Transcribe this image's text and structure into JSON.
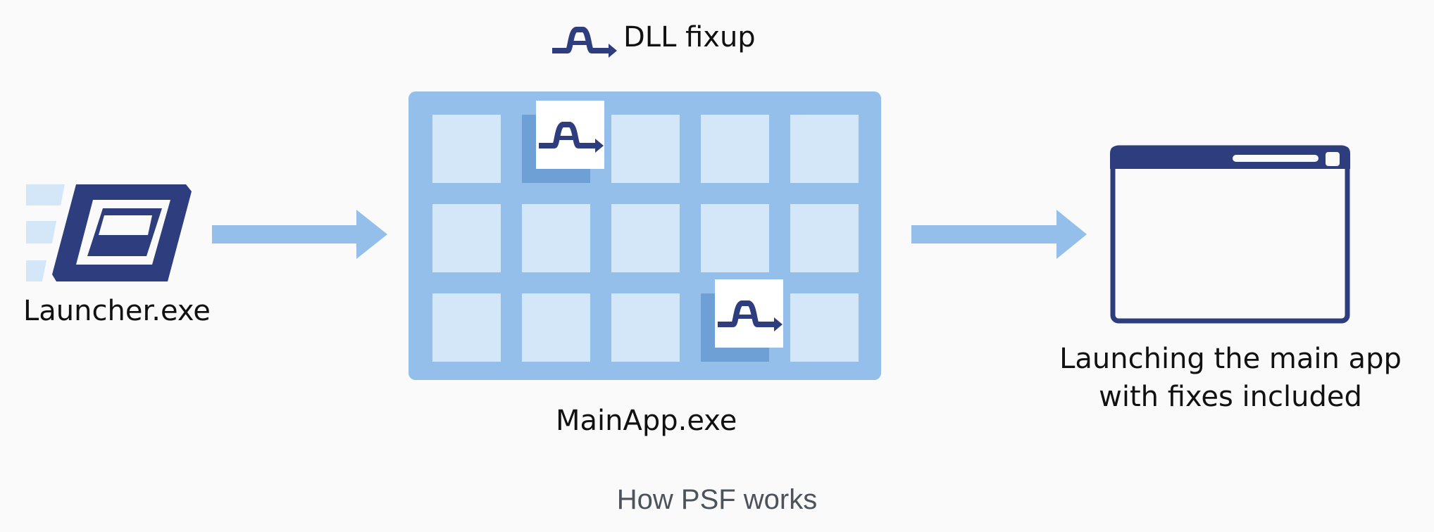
{
  "legend": {
    "label": "DLL fixup",
    "icon": "dll-fixup-icon"
  },
  "launcher": {
    "label": "Launcher.exe",
    "icon": "launcher-icon"
  },
  "main_app": {
    "label": "MainApp.exe",
    "grid_rows": 3,
    "grid_cols": 5,
    "fixups": [
      {
        "row": 0,
        "col": 1
      },
      {
        "row": 2,
        "col": 3
      }
    ]
  },
  "result": {
    "line1": "Launching the main app",
    "line2": "with fixes included",
    "icon": "app-window-icon"
  },
  "caption": "How PSF works",
  "colors": {
    "navy": "#2d3d7d",
    "light_blue": "#93bfea",
    "pale_blue": "#d3e7f9",
    "shadow_blue": "#6e9fd5",
    "bg": "#fafafa"
  }
}
